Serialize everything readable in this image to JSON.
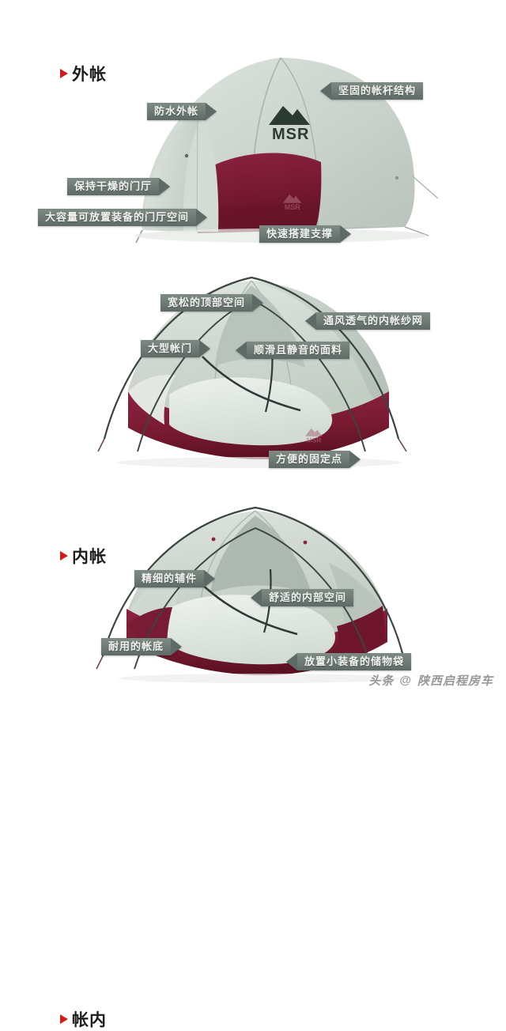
{
  "page": {
    "background": "#ffffff",
    "accent_marker_color": "#d01c1c",
    "label_bg_color": "#6d7a74",
    "label_text_color": "#f2f4f2",
    "tent_fly_color": "#c9d2cb",
    "tent_body_color": "#7a1b35",
    "pole_color": "#2f3a36",
    "brand": "MSR"
  },
  "sections": [
    {
      "id": "fly",
      "heading": "外帐",
      "labels": [
        {
          "text": "防水外帐",
          "arrow": "right"
        },
        {
          "text": "坚固的帐杆结构",
          "arrow": "left"
        },
        {
          "text": "保持干燥的门厅",
          "arrow": "right"
        },
        {
          "text": "大容量可放置装备的门厅空间",
          "arrow": "right"
        },
        {
          "text": "快速搭建支撑",
          "arrow": "right"
        }
      ]
    },
    {
      "id": "inner",
      "heading": "内帐",
      "labels": [
        {
          "text": "宽松的顶部空间",
          "arrow": "right"
        },
        {
          "text": "通风透气的内帐纱网",
          "arrow": "left"
        },
        {
          "text": "大型帐门",
          "arrow": "right"
        },
        {
          "text": "顺滑且静音的面料",
          "arrow": "left"
        },
        {
          "text": "方便的固定点",
          "arrow": "right"
        }
      ]
    },
    {
      "id": "interior",
      "heading": "帐内",
      "labels": [
        {
          "text": "精细的辅件",
          "arrow": "right"
        },
        {
          "text": "舒适的内部空间",
          "arrow": "left"
        },
        {
          "text": "耐用的帐底",
          "arrow": "right"
        },
        {
          "text": "放置小装备的储物袋",
          "arrow": "left"
        }
      ]
    }
  ],
  "watermark": {
    "logo": "头条",
    "at": "@",
    "handle": "陕西启程房车"
  }
}
